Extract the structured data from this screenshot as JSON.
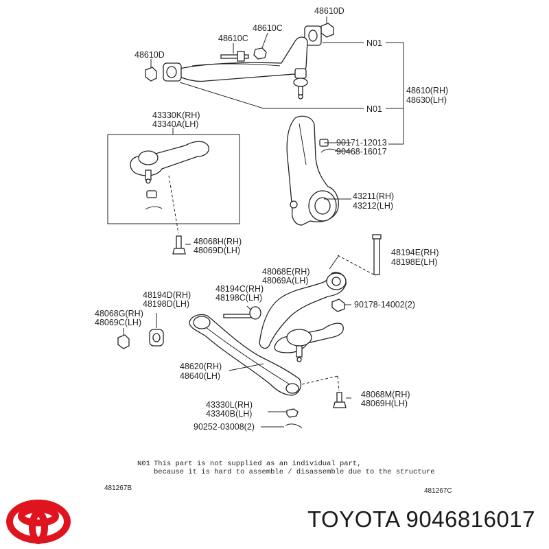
{
  "labels": {
    "p48610D_top": "48610D",
    "p48610C": "48610C",
    "p48610C_b": "48610C",
    "p48610D_left": "48610D",
    "n01_upper": "N01",
    "n01_lower": "N01",
    "p48610_rh": "48610(RH)",
    "p48630_lh": "48630(LH)",
    "p43330K_rh": "43330K(RH)",
    "p43340A_lh": "43340A(LH)",
    "p90171": "90171-12013",
    "p90468": "90468-16017",
    "p43211_rh": "43211(RH)",
    "p43212_lh": "43212(LH)",
    "p48068H_rh": "48068H(RH)",
    "p48069D_lh": "48069D(LH)",
    "p48194E_rh": "48194E(RH)",
    "p48198E_lh": "48198E(LH)",
    "p48068E_rh": "48068E(RH)",
    "p48069A_lh": "48069A(LH)",
    "p48194C_rh": "48194C(RH)",
    "p48198C_lh": "48198C(LH)",
    "p90178": "90178-14002(2)",
    "p48194D_rh": "48194D(RH)",
    "p48198D_lh": "48198D(LH)",
    "p48068G_rh": "48068G(RH)",
    "p48069C_lh": "48069C(LH)",
    "p48620_rh": "48620(RH)",
    "p48640_lh": "48640(LH)",
    "p48068M_rh": "48068M(RH)",
    "p48069H_lh": "48069H(LH)",
    "p43330L_rh": "43330L(RH)",
    "p43340B_lh": "43340B(LH)",
    "p90252": "90252-03008(2)"
  },
  "note": {
    "prefix": "N01",
    "line1": "This part is not supplied as an individual part,",
    "line2": "because it is hard to assemble / disassemble due to the structure"
  },
  "codes": {
    "left": "481267B",
    "right": "481267C"
  },
  "brand": {
    "text": "TOYOTA 9046816017",
    "logo_color": "#e0141e"
  }
}
